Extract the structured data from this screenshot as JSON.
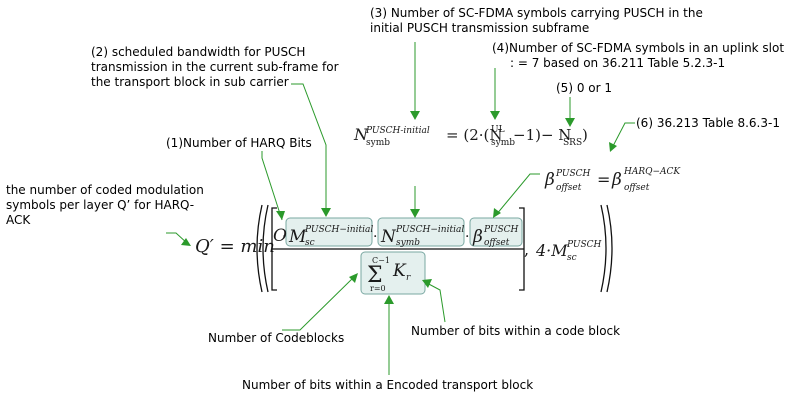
{
  "annotations": {
    "a1": "(1)Number of HARQ Bits",
    "a2": [
      "(2) scheduled bandwidth for PUSCH",
      "transmission in the current sub-frame for",
      "the transport block in sub carrier"
    ],
    "a3": [
      "(3) Number of SC-FDMA symbols carrying PUSCH in the",
      "initial PUSCH transmission subframe"
    ],
    "a4": [
      "(4)Number of SC-FDMA symbols in an uplink slot",
      ": = 7 based on 36.211 Table 5.2.3-1"
    ],
    "a5": "(5) 0 or 1",
    "a6": "(6) 36.213 Table 8.6.3-1",
    "qprime": [
      "the number of coded modulation",
      "symbols per layer Q’ for HARQ-",
      "ACK"
    ],
    "codeblocks": "Number of Codeblocks",
    "bits_code_block": "Number of bits within a code block",
    "bits_encoded_tb": "Number of bits within a Encoded transport block"
  },
  "formula": {
    "q_prime": "Q′ = min",
    "o": "O",
    "m": "M",
    "m_sup": "PUSCH−initial",
    "m_sub": "sc",
    "n": "N",
    "n_sup": "PUSCH−initial",
    "n_sub": "symb",
    "beta": "β",
    "beta_sup": "PUSCH",
    "beta_sub": "offset",
    "dot": "·",
    "sum": "Σ",
    "sum_top": "C−1",
    "sum_bottom": "r=0",
    "k": "K",
    "k_sub": "r",
    "comma": ",",
    "four_m": "4·M",
    "four_m_sup": "PUSCH",
    "four_m_sub": "sc"
  },
  "eq_nsymb": {
    "lhs": "N",
    "lhs_sup": "PUSCH-initial",
    "lhs_sub": "symb",
    "rhs_prefix": "= (2·(N",
    "ul_sup": "UL",
    "ul_sub": "symb",
    "rhs_mid": "−1)− N",
    "srs_sub": "SRS",
    "rhs_end": ")"
  },
  "eq_beta": {
    "lhs": "β",
    "lhs_sup": "PUSCH",
    "lhs_sub": "offset",
    "eq": "=",
    "rhs": "β",
    "rhs_sup": "HARQ−ACK",
    "rhs_sub": "offset"
  },
  "colors": {
    "arrow": "#2b9a2b",
    "highlight_fill": "#e4f0ee",
    "highlight_stroke": "#7aa8a2"
  }
}
